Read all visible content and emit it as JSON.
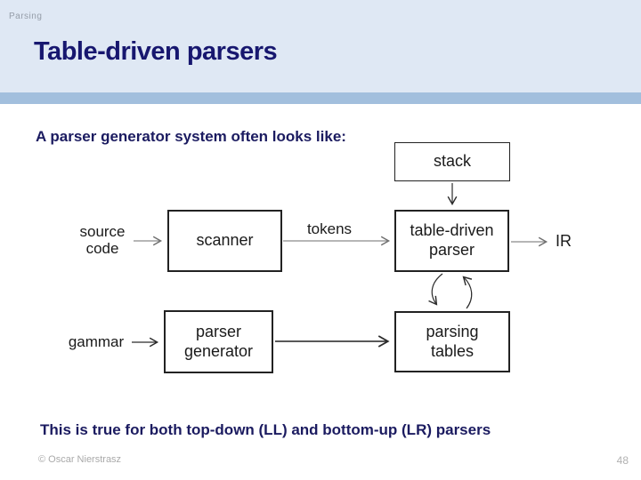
{
  "page": {
    "category_label": "Parsing",
    "title": "Table-driven parsers",
    "intro": "A parser generator system often looks like:",
    "note": "This is true for both top-down (LL) and bottom-up (LR) parsers",
    "footer_copyright": "© Oscar Nierstrasz",
    "footer_page": "48"
  },
  "diagram": {
    "boxes": {
      "stack": "stack",
      "scanner": "scanner",
      "table_driven_parser": "table-driven\nparser",
      "parser_generator": "parser\ngenerator",
      "parsing_tables": "parsing\ntables"
    },
    "labels": {
      "source_code": "source\ncode",
      "tokens": "tokens",
      "ir": "IR",
      "grammar": "gammar"
    }
  },
  "colors": {
    "top_background": "#dfe8f4",
    "accent_band": "#a2bfdd",
    "title_text": "#17176f",
    "body_text": "#1b1b60",
    "muted_text": "#a9a9a9",
    "diagram_ink": "#222222"
  }
}
